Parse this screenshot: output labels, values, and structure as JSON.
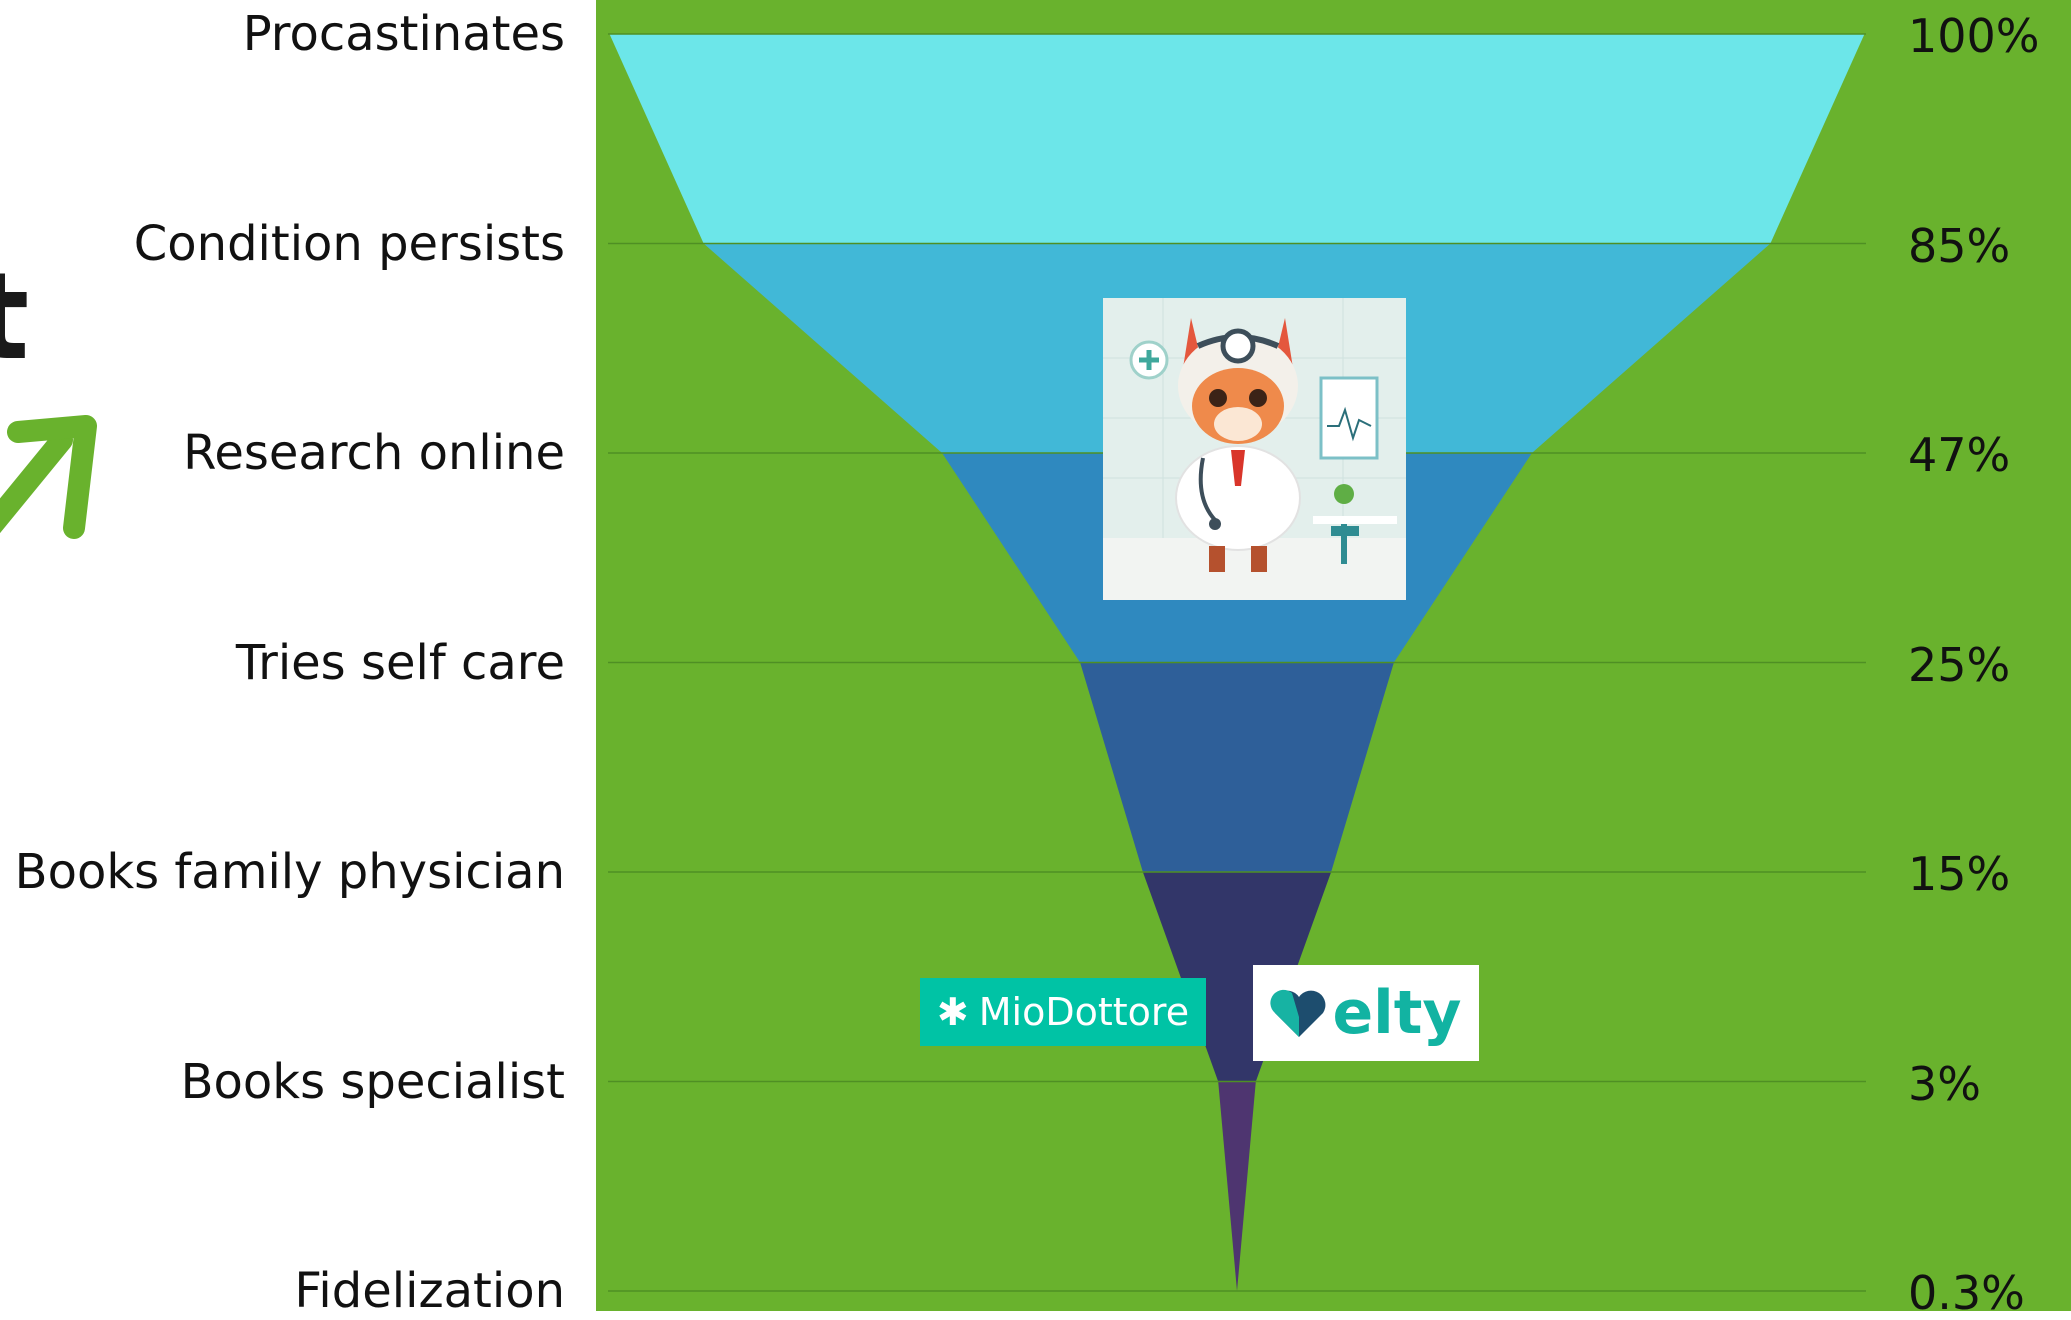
{
  "chart_data": {
    "type": "funnel",
    "categories": [
      "Procastinates",
      "Condition persists",
      "Research online",
      "Tries self care",
      "Books family physician",
      "Books specialist",
      "Fidelization"
    ],
    "values": [
      100,
      85,
      47,
      25,
      15,
      3,
      0.3
    ],
    "value_labels": [
      "100%",
      "85%",
      "47%",
      "25%",
      "15%",
      "3%",
      "0.3%"
    ],
    "segment_colors": [
      "#6ce6e9",
      "#41b8d7",
      "#2f89bf",
      "#2e5f99",
      "#323669",
      "#4e3570"
    ],
    "background_color": "#69b22d",
    "grid": true
  },
  "decor": {
    "partial_text": "t",
    "doctor_image": "llama-doctor-illustration",
    "logos": [
      {
        "name": "MioDottore",
        "color": "#00c3a5"
      },
      {
        "name": "elty",
        "color": "#12b3a2"
      }
    ]
  }
}
